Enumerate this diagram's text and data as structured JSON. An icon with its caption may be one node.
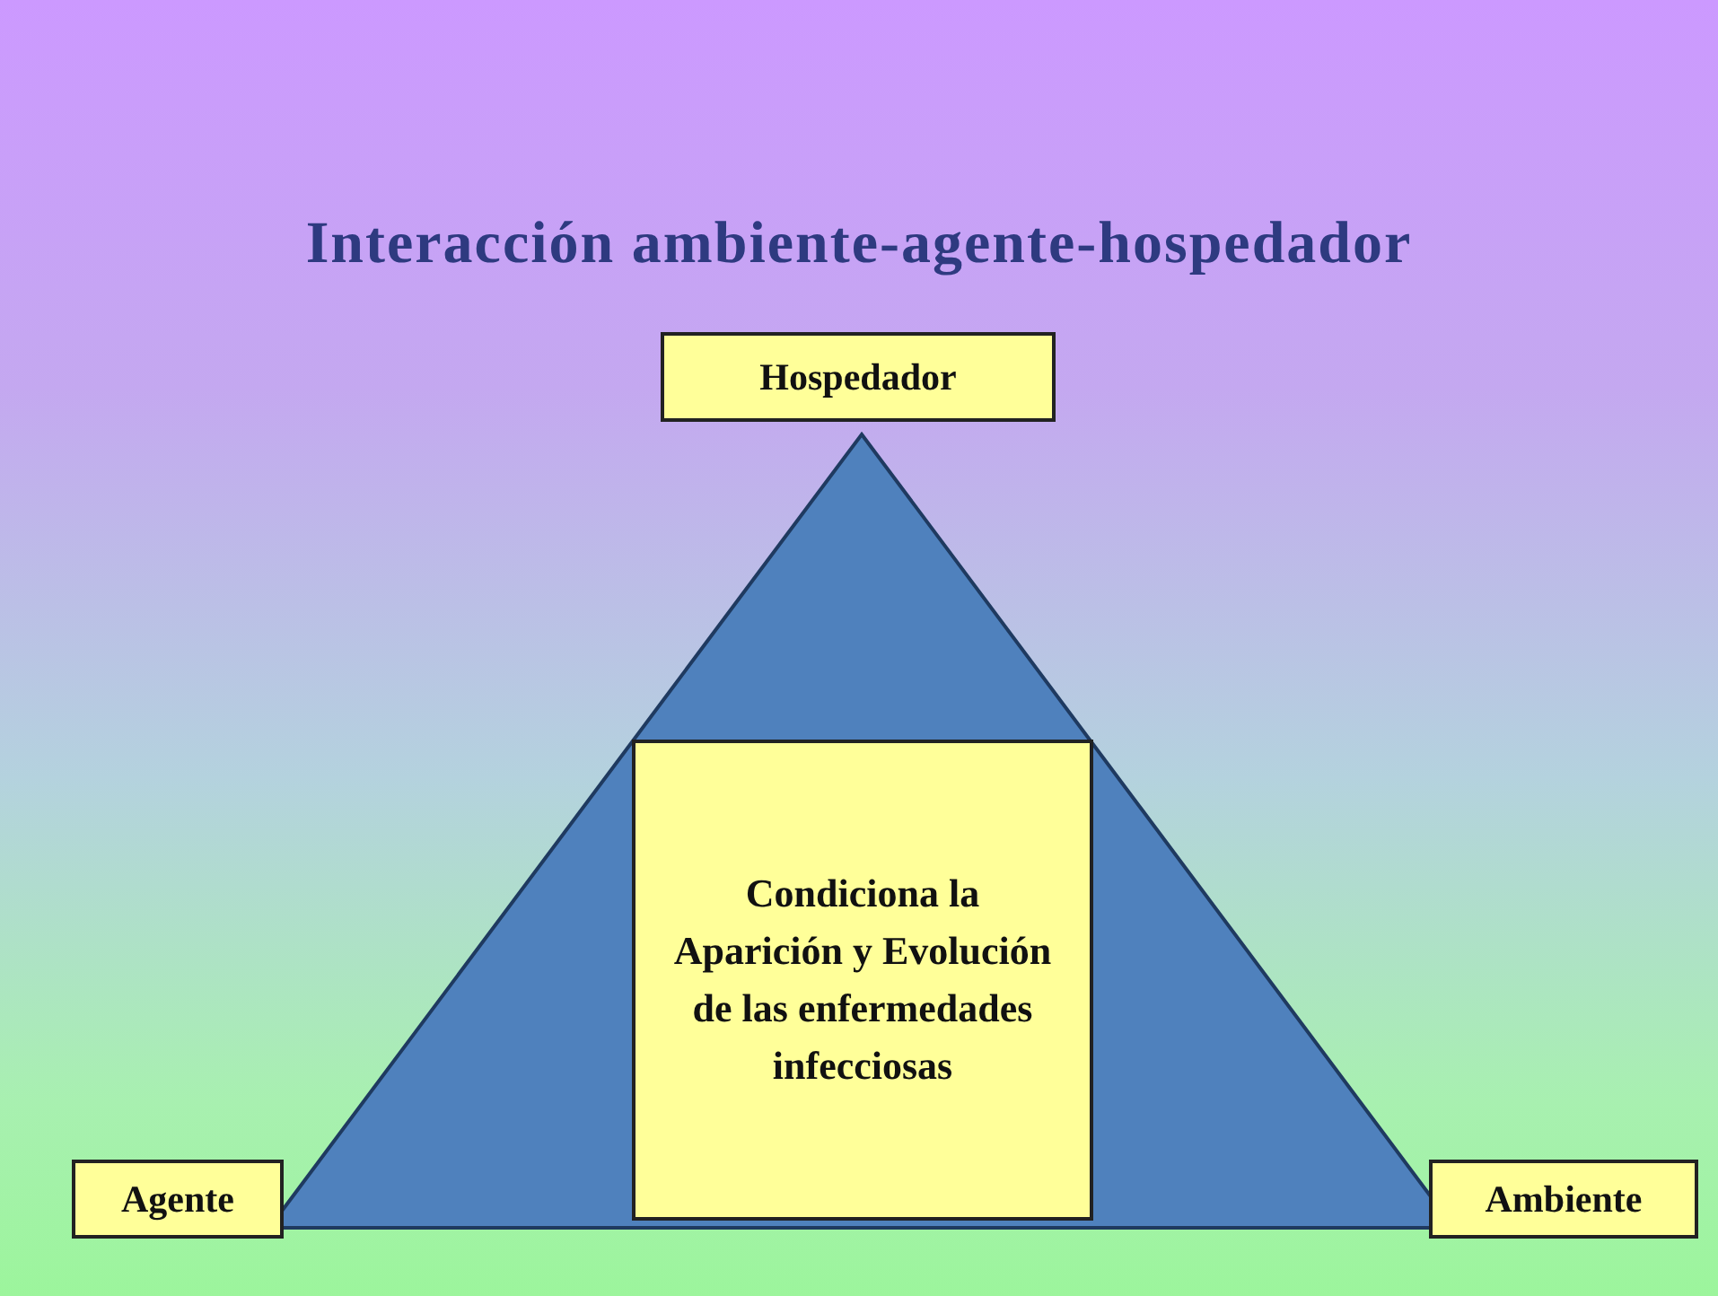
{
  "diagram": {
    "title": "Interacción ambiente-agente-hospedador",
    "nodes": [
      {
        "text": [
          "Hospedador"
        ]
      },
      {
        "text": [],
        "shape": "triangle"
      },
      {
        "text": [
          "Condiciona la Aparición y Evolución de las enfermedades infecciosas"
        ],
        "in": 1
      },
      {
        "text": [
          "Agente"
        ]
      },
      {
        "text": [
          "Ambiente"
        ]
      }
    ]
  }
}
